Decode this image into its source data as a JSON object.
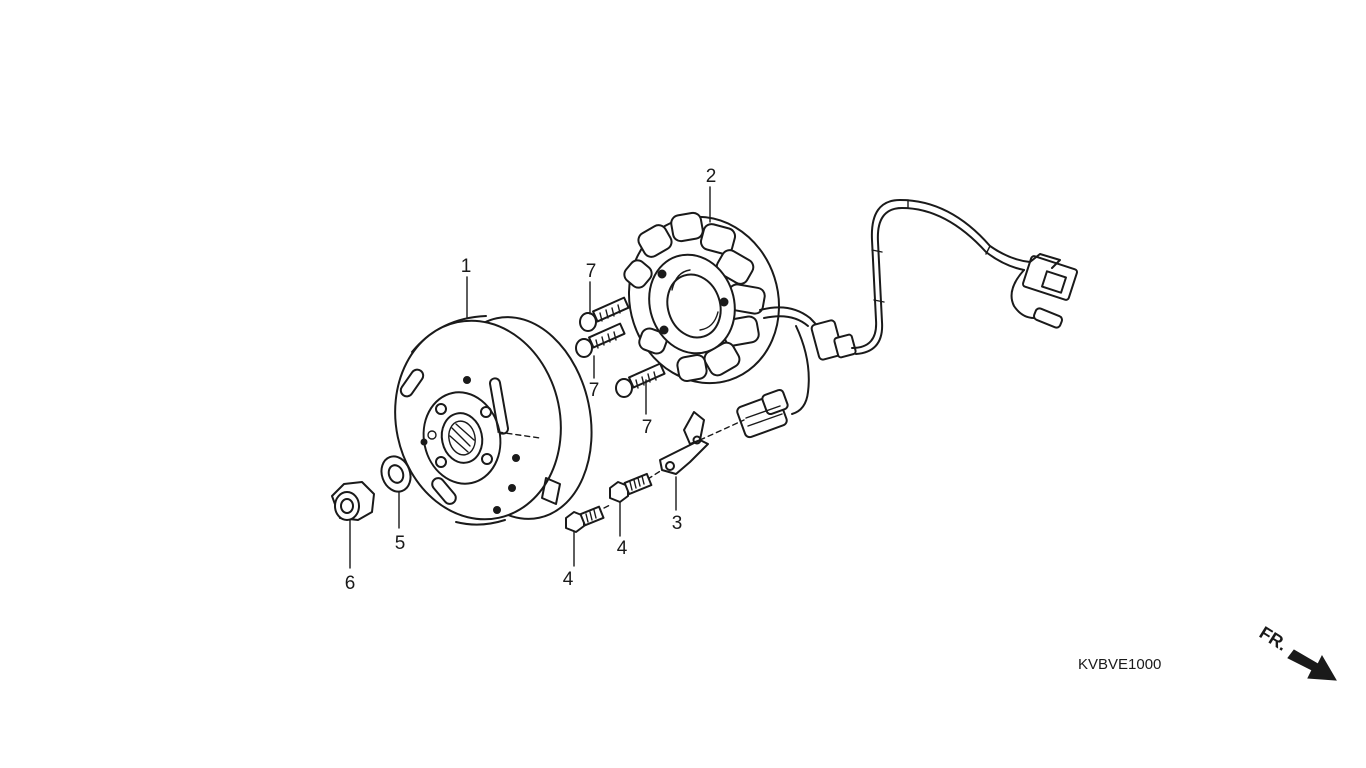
{
  "callouts": {
    "flywheel": "1",
    "stator": "2",
    "pulse_generator": "3",
    "bolt_a": "4",
    "bolt_b": "4",
    "washer": "5",
    "nut": "6",
    "screw_top": "7",
    "screw_middle": "7",
    "screw_bottom": "7"
  },
  "diagram_code": "KVBVE1000",
  "direction_label": "FR.",
  "colors": {
    "ink": "#1a1a1a",
    "background": "#ffffff"
  }
}
